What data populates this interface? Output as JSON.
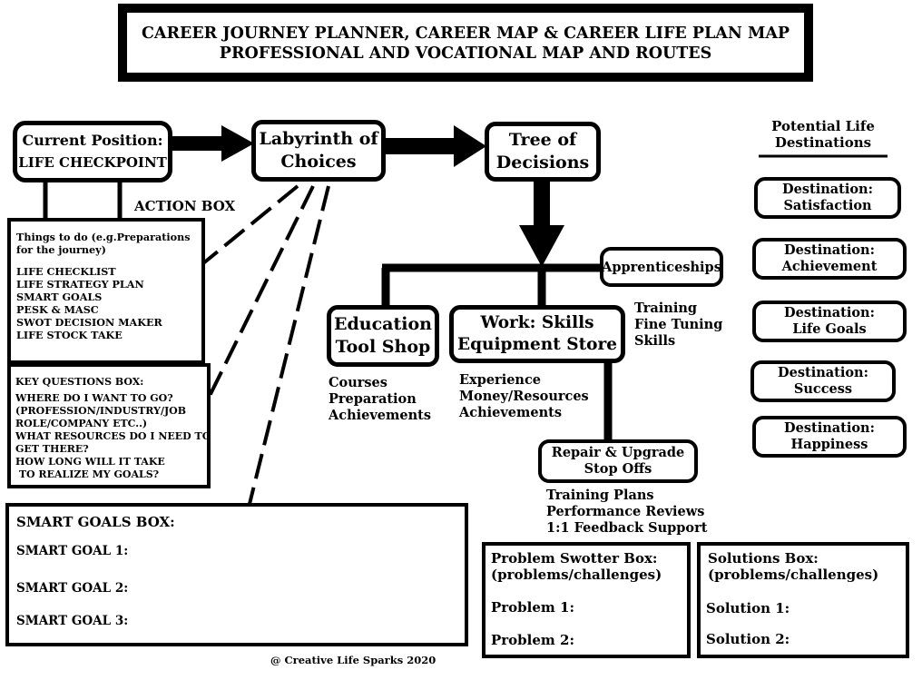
{
  "title": {
    "line1": "CAREER JOURNEY PLANNER, CAREER MAP & CAREER LIFE PLAN MAP",
    "line2": "PROFESSIONAL AND VOCATIONAL MAP AND ROUTES"
  },
  "current_position": {
    "line1": "Current Position:",
    "line2": "LIFE CHECKPOINT"
  },
  "labyrinth": {
    "line1": "Labyrinth of",
    "line2": "Choices"
  },
  "tree": {
    "line1": "Tree of",
    "line2": "Decisions"
  },
  "action_box_label": "ACTION BOX",
  "things_to_do": {
    "heading_line1": "Things to do (e.g.Preparations",
    "heading_line2": "for the journey)",
    "items": [
      "LIFE CHECKLIST",
      "LIFE STRATEGY PLAN",
      "SMART GOALS",
      "PESK & MASC",
      "SWOT DECISION MAKER",
      "LIFE STOCK TAKE"
    ]
  },
  "key_questions": {
    "lines": [
      "KEY QUESTIONS BOX:",
      "WHERE DO I WANT TO GO?",
      "(PROFESSION/INDUSTRY/JOB",
      "ROLE/COMPANY ETC..)",
      "WHAT RESOURCES DO I NEED TO",
      "GET THERE?",
      "HOW LONG WILL IT TAKE",
      " TO REALIZE MY GOALS?"
    ]
  },
  "apprenticeships": "Apprenticeships",
  "training_fine": {
    "lines": [
      "Training",
      "Fine Tuning",
      "Skills"
    ]
  },
  "education": {
    "line1": "Education",
    "line2": "Tool Shop",
    "notes": [
      "Courses",
      "Preparation",
      "Achievements"
    ]
  },
  "work": {
    "line1": "Work: Skills",
    "line2": "Equipment Store",
    "notes": [
      "Experience",
      "Money/Resources",
      "Achievements"
    ]
  },
  "repair": {
    "line1": "Repair & Upgrade",
    "line2": "Stop Offs",
    "notes": [
      "Training Plans",
      "Performance Reviews",
      "1:1 Feedback Support"
    ]
  },
  "destinations": {
    "heading_line1": "Potential Life",
    "heading_line2": "Destinations",
    "items": [
      {
        "line1": "Destination:",
        "line2": "Satisfaction"
      },
      {
        "line1": "Destination:",
        "line2": "Achievement"
      },
      {
        "line1": "Destination:",
        "line2": "Life Goals"
      },
      {
        "line1": "Destination:",
        "line2": "Success"
      },
      {
        "line1": "Destination:",
        "line2": "Happiness"
      }
    ]
  },
  "smart_goals": {
    "heading": "SMART GOALS BOX:",
    "goals": [
      "SMART GOAL 1:",
      "SMART GOAL 2:",
      "SMART GOAL 3:"
    ]
  },
  "problem_box": {
    "line1": "Problem Swotter Box:",
    "line2": "(problems/challenges)",
    "items": [
      "Problem 1:",
      "Problem 2:"
    ]
  },
  "solutions_box": {
    "line1": "Solutions Box:",
    "line2": "(problems/challenges)",
    "items": [
      "Solution 1:",
      "Solution 2:"
    ]
  },
  "footer": "@ Creative Life Sparks 2020"
}
